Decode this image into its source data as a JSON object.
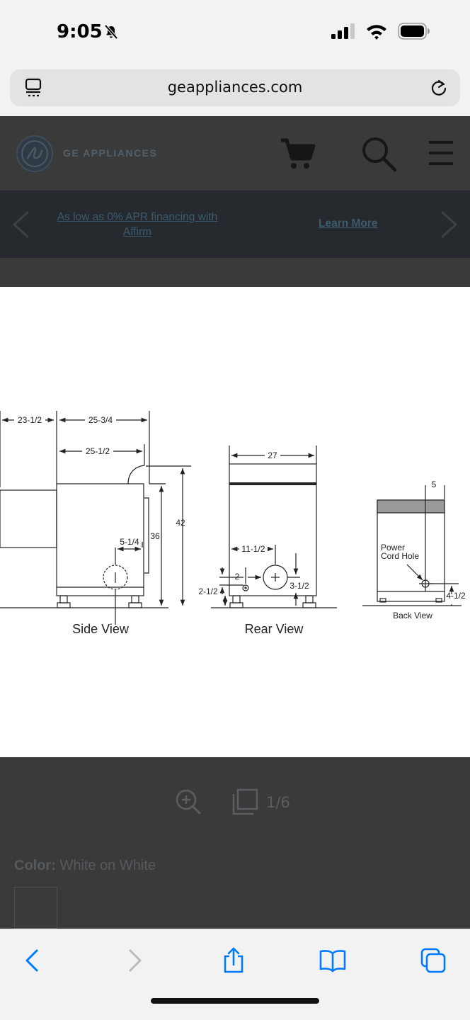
{
  "status": {
    "time": "9:05"
  },
  "browser": {
    "url": "geappliances.com"
  },
  "site": {
    "brand": "GE APPLIANCES",
    "promo_text": "As low as 0% APR financing with Affirm",
    "promo_link": "Learn More"
  },
  "drawing": {
    "side_view": {
      "caption": "Side View",
      "dims": [
        "23-1/2",
        "25-3/4",
        "25-1/2",
        "36",
        "42",
        "5-1/4"
      ]
    },
    "rear_view": {
      "caption": "Rear View",
      "dims": [
        "27",
        "11-1/2",
        "2",
        "2-1/2",
        "3-1/2"
      ]
    },
    "back_view": {
      "caption": "Back View",
      "dims": [
        "5",
        "4-1/2"
      ],
      "power_cord_line1": "Power",
      "power_cord_line2": "Cord Hole"
    }
  },
  "gallery": {
    "counter": "1/6"
  },
  "color": {
    "label": "Color:",
    "value": "White on White"
  },
  "icons": {
    "status": [
      "bell-slash-icon",
      "signal-icon",
      "wifi-icon",
      "battery-icon"
    ],
    "browser": [
      "tabs-overview-icon",
      "reload-icon"
    ],
    "header": [
      "ge-logo-icon",
      "cart-icon",
      "search-icon",
      "menu-icon"
    ],
    "toolbar": [
      "back-icon",
      "forward-icon",
      "share-icon",
      "bookmarks-icon",
      "tabs-icon"
    ]
  },
  "colors": {
    "overlay": "#3a3a3b",
    "promo_bg": "#262a2e",
    "link": "#3d5a6e",
    "accent": "#007aff"
  }
}
